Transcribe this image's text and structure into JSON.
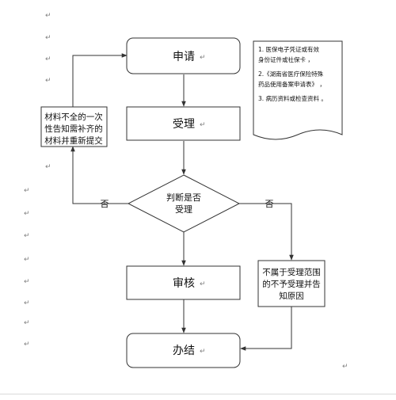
{
  "flow": {
    "apply": "申请",
    "accept": "受理",
    "decision": [
      "判断是否",
      "受理"
    ],
    "review": "审核",
    "finish": "办结",
    "no_left": "否",
    "no_right": "否",
    "return_note": [
      "材料不全的一次",
      "性告知需补齐的",
      "材料并重新提交"
    ],
    "reject_note": [
      "不属于受理范围",
      "的不予受理并告",
      "知原因"
    ],
    "documents": [
      "1. 医保电子凭证或有效",
      "身份证件或社保卡  ，",
      "2.《湖南省医疗保险特殊",
      "药品使用备案申请表》  ，",
      "3. 病历资料或检查资料 。"
    ]
  },
  "colors": {
    "line": "#333333",
    "text": "#111111",
    "mark": "#7f7f7f"
  }
}
